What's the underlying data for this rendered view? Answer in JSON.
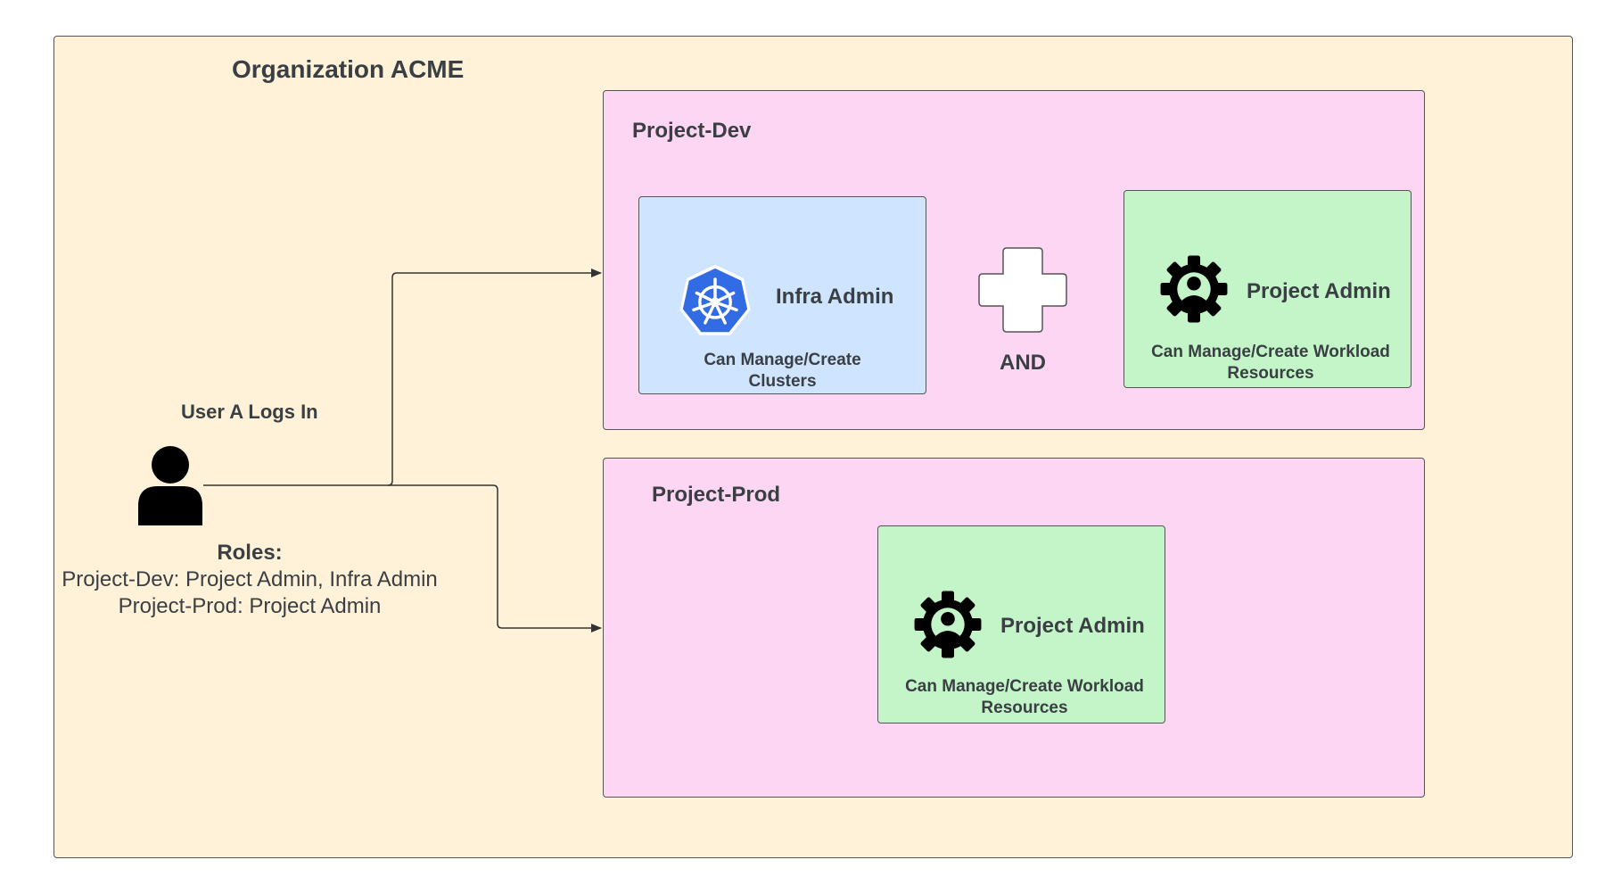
{
  "organization": {
    "title": "Organization ACME"
  },
  "user": {
    "label": "User A Logs In",
    "roles_heading": "Roles:",
    "roles_lines": [
      "Project-Dev: Project Admin, Infra Admin",
      "Project-Prod: Project Admin"
    ],
    "icon": "user-icon"
  },
  "projects": [
    {
      "title": "Project-Dev",
      "roles": [
        {
          "title": "Infra Admin",
          "description": "Can Manage/Create Clusters",
          "description_lines": [
            "Can Manage/Create",
            "Clusters"
          ],
          "icon": "kubernetes-icon"
        },
        {
          "title": "Project Admin",
          "description": "Can Manage/Create Workload Resources",
          "description_lines": [
            "Can Manage/Create Workload",
            "Resources"
          ],
          "icon": "gear-user-icon"
        }
      ],
      "connector_label": "AND"
    },
    {
      "title": "Project-Prod",
      "roles": [
        {
          "title": "Project Admin",
          "description": "Can Manage/Create Workload Resources",
          "description_lines": [
            "Can Manage/Create Workload",
            "Resources"
          ],
          "icon": "gear-user-icon"
        }
      ]
    }
  ],
  "colors": {
    "organization_bg": "#fff2d9",
    "project_bg": "#fdd6f4",
    "infra_role_bg": "#cfe4ff",
    "project_role_bg": "#c3f5c8",
    "kubernetes_blue": "#326ce5",
    "text": "#3a3f44"
  }
}
